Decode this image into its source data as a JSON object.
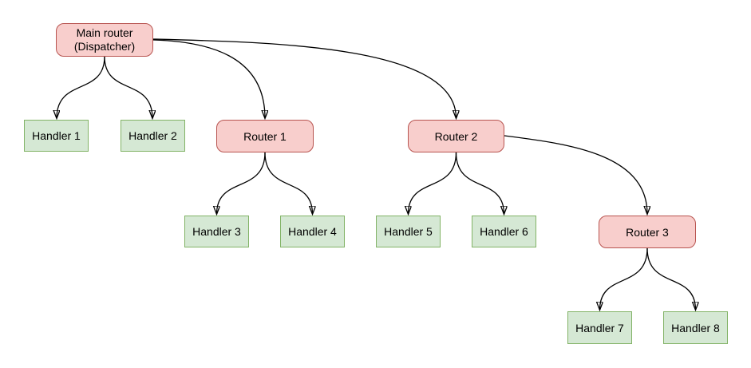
{
  "diagram": {
    "type": "tree",
    "background": "#ffffff",
    "colors": {
      "router_fill": "#f8cecc",
      "router_border": "#b85450",
      "handler_fill": "#d5e8d4",
      "handler_border": "#82b366",
      "edge": "#000000",
      "text": "#000000"
    },
    "nodes": {
      "main_router": {
        "label": "Main router",
        "sublabel": "(Dispatcher)",
        "type": "router"
      },
      "handler1": {
        "label": "Handler 1",
        "type": "handler"
      },
      "handler2": {
        "label": "Handler 2",
        "type": "handler"
      },
      "router1": {
        "label": "Router 1",
        "type": "router"
      },
      "router2": {
        "label": "Router 2",
        "type": "router"
      },
      "handler3": {
        "label": "Handler 3",
        "type": "handler"
      },
      "handler4": {
        "label": "Handler 4",
        "type": "handler"
      },
      "handler5": {
        "label": "Handler 5",
        "type": "handler"
      },
      "handler6": {
        "label": "Handler 6",
        "type": "handler"
      },
      "router3": {
        "label": "Router 3",
        "type": "router"
      },
      "handler7": {
        "label": "Handler 7",
        "type": "handler"
      },
      "handler8": {
        "label": "Handler 8",
        "type": "handler"
      }
    },
    "edges": [
      {
        "from": "main_router",
        "to": "handler1"
      },
      {
        "from": "main_router",
        "to": "handler2"
      },
      {
        "from": "main_router",
        "to": "router1"
      },
      {
        "from": "main_router",
        "to": "router2"
      },
      {
        "from": "router1",
        "to": "handler3"
      },
      {
        "from": "router1",
        "to": "handler4"
      },
      {
        "from": "router2",
        "to": "handler5"
      },
      {
        "from": "router2",
        "to": "handler6"
      },
      {
        "from": "router2",
        "to": "router3"
      },
      {
        "from": "router3",
        "to": "handler7"
      },
      {
        "from": "router3",
        "to": "handler8"
      }
    ]
  }
}
